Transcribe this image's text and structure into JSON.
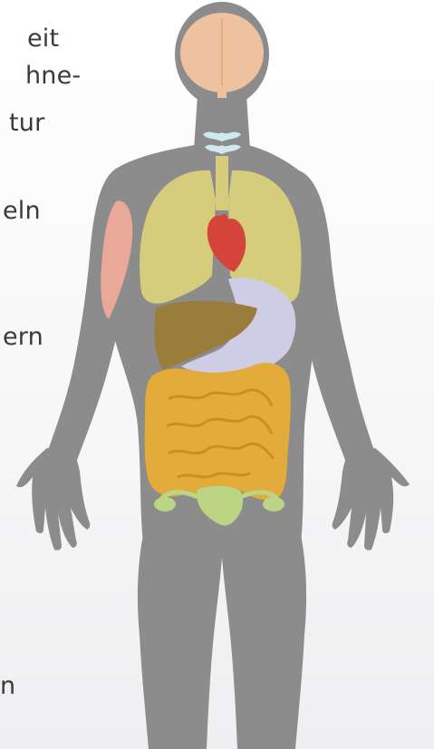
{
  "text_fragments": {
    "line1": "eit",
    "line2": "hne-",
    "line3": "tur",
    "line4": "eln",
    "line5": "ern",
    "line6": "n"
  },
  "colors": {
    "silhouette": "#8c8c8c",
    "brain": "#efc29f",
    "thyroid": "#cfe9ef",
    "lungs": "#d6cd7c",
    "heart": "#d4443a",
    "muscle": "#e9a898",
    "liver": "#9a7d3b",
    "stomach": "#cfcde6",
    "intestine": "#e2ab3a",
    "reproductive": "#bcd584"
  }
}
